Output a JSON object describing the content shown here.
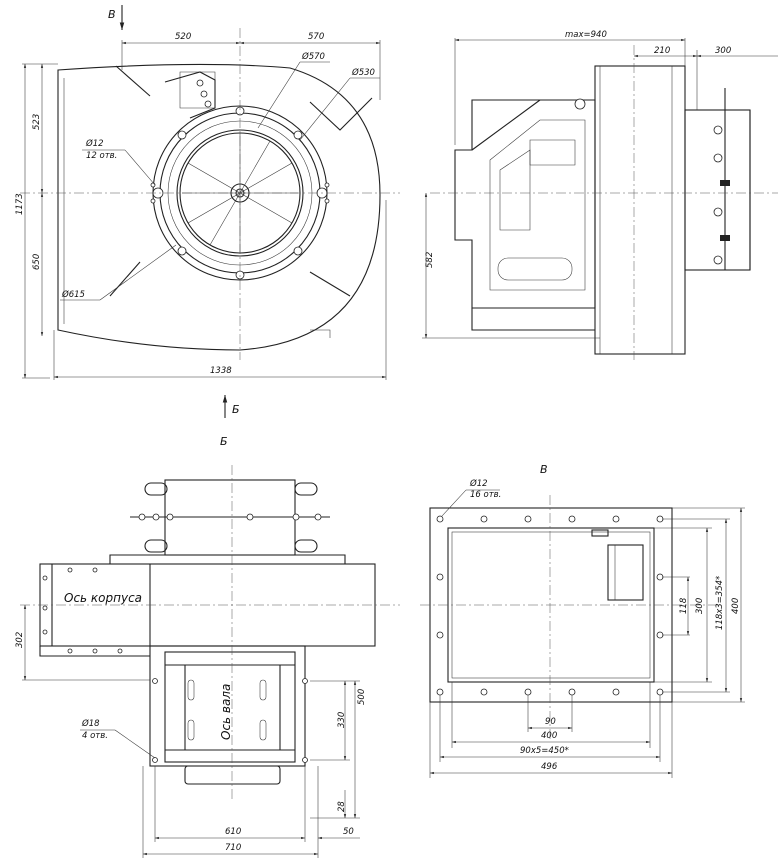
{
  "view_a": {
    "dim_520": "520",
    "dim_570": "570",
    "dim_d570": "Ø570",
    "dim_d530": "Ø530",
    "dim_d12": "Ø12",
    "dim_12holes": "12 отв.",
    "dim_523": "523",
    "dim_1173": "1173",
    "dim_650": "650",
    "dim_d615": "Ø615",
    "dim_1338": "1338",
    "arrow_v": "В",
    "arrow_b": "Б"
  },
  "view_side": {
    "dim_max940": "max=940",
    "dim_210": "210",
    "dim_300": "300",
    "dim_582": "582"
  },
  "view_b": {
    "title": "Б",
    "label_body_axis": "Ось корпуса",
    "label_shaft_axis": "Ось вала",
    "dim_302": "302",
    "dim_d18": "Ø18",
    "dim_4holes": "4 отв.",
    "dim_500": "500",
    "dim_330": "330",
    "dim_28": "28",
    "dim_610": "610",
    "dim_50": "50",
    "dim_710": "710"
  },
  "view_v": {
    "title": "В",
    "dim_d12": "Ø12",
    "dim_16holes": "16 отв.",
    "dim_118": "118",
    "dim_300": "300",
    "dim_118x3": "118х3=354*",
    "dim_400v": "400",
    "dim_90": "90",
    "dim_400": "400",
    "dim_90x5": "90х5=450*",
    "dim_496": "496"
  }
}
